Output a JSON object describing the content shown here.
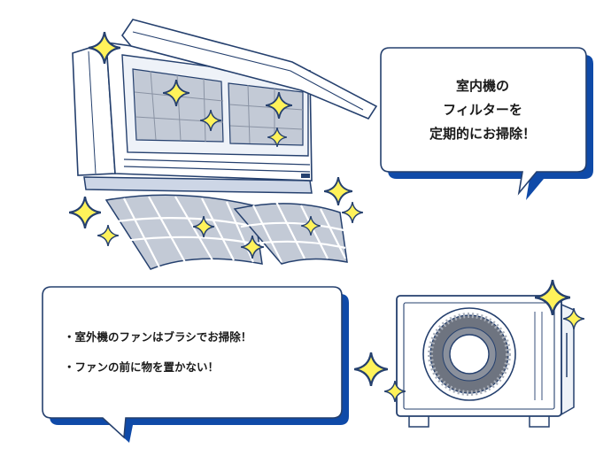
{
  "bubble_indoor": {
    "lines": [
      "室内機の",
      "フィルターを",
      "定期的にお掃除！"
    ]
  },
  "bubble_outdoor": {
    "items": [
      "・室外機のファンはブラシでお掃除！",
      "・ファンの前に物を置かない！"
    ]
  },
  "colors": {
    "navy": "#1f3a7a",
    "blue_shadow": "#0f4aa8",
    "filter_gray": "#c3cad6",
    "sparkle_yellow": "#fff25a",
    "fan_gray": "#6e7480",
    "outline": "#25406e"
  }
}
